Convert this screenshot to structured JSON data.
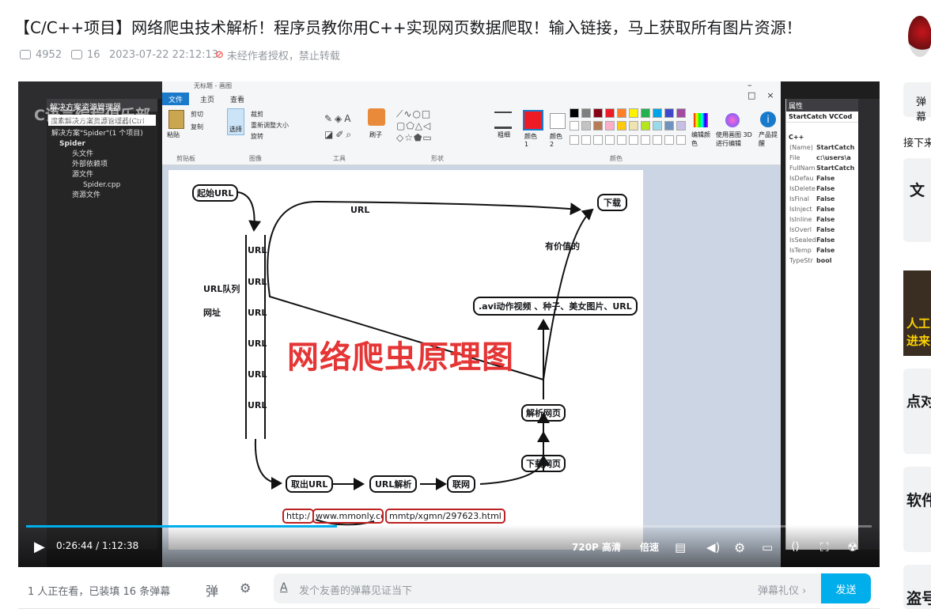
{
  "video": {
    "title": "【C/C++项目】网络爬虫技术解析！程序员教你用C++实现网页数据爬取！输入链接，马上获取所有图片资源！",
    "views": "4952",
    "danmaku_count": "16",
    "date": "2023-07-22 22:12:13",
    "copyright": "未经作者授权，禁止转载"
  },
  "player": {
    "current_time": "0:26:44",
    "separator": "/",
    "duration": "1:12:38",
    "progress": 0.368,
    "quality": "720P 高清",
    "speed": "倍速"
  },
  "ide": {
    "solution_header": "解决方案资源管理器",
    "search_placeholder": "搜索解决方案资源管理器(Ctrl",
    "tree": [
      "解决方案\"Spider\"(1 个项目)",
      "Spider",
      "头文件",
      "外部依赖项",
      "源文件",
      "Spider.cpp",
      "资源文件"
    ],
    "props_header": "属性",
    "props_object": "StartCatch VCCod",
    "props_section": "C++",
    "props": [
      {
        "k": "(Name)",
        "v": "StartCatch"
      },
      {
        "k": "File",
        "v": "c:\\users\\a"
      },
      {
        "k": "FullNam",
        "v": "StartCatch"
      },
      {
        "k": "IsDefau",
        "v": "False"
      },
      {
        "k": "IsDelete",
        "v": "False"
      },
      {
        "k": "IsFinal",
        "v": "False"
      },
      {
        "k": "IsInject",
        "v": "False"
      },
      {
        "k": "IsInline",
        "v": "False"
      },
      {
        "k": "IsOverl",
        "v": "False"
      },
      {
        "k": "IsSealed",
        "v": "False"
      },
      {
        "k": "IsTemp",
        "v": "False"
      },
      {
        "k": "TypeStr",
        "v": "bool"
      }
    ],
    "watermark": "C语言编程俱乐部"
  },
  "paint": {
    "window_title": "无标题 - 画图",
    "tabs": [
      "文件",
      "主页",
      "查看"
    ],
    "groups": [
      "剪贴板",
      "图像",
      "工具",
      "形状",
      "颜色"
    ],
    "buttons": [
      "粘贴",
      "剪切",
      "复制",
      "选择",
      "裁剪",
      "重新调整大小",
      "旋转",
      "刷子",
      "粗细",
      "颜色 1",
      "颜色 2",
      "编辑颜色",
      "使用画图 3D 进行编辑",
      "产品提醒"
    ],
    "palette": [
      "#000000",
      "#7f7f7f",
      "#880015",
      "#ed1c24",
      "#ff7f27",
      "#fff200",
      "#22b14c",
      "#00a2e8",
      "#3f48cc",
      "#a349a4",
      "#ffffff",
      "#c3c3c3",
      "#b97a57",
      "#ffaec9",
      "#ffc90e",
      "#efe4b0",
      "#b5e61d",
      "#99d9ea",
      "#7092be",
      "#c8bfe7"
    ]
  },
  "diagram": {
    "title": "网络爬虫原理图",
    "start_url": "起始URL",
    "queue_label_1": "URL队列",
    "queue_label_2": "网址",
    "queue_items": [
      "URL",
      "URL",
      "URL",
      "URL",
      "URL",
      "URL"
    ],
    "back_arrow_label": "URL",
    "download": "下载",
    "valuable": "有价值的",
    "resources": ".avi动作视频 、种子、美女图片、URL",
    "parse_page": "解析网页",
    "download_page": "下载网页",
    "fetch_url": "取出URL",
    "parse_url": "URL解析",
    "network": "联网",
    "url_parts": [
      "http:/",
      "www.mmonly.cc",
      "mmtp/xgmn/297623.html"
    ]
  },
  "bottom_bar": {
    "viewers": "1 人正在看，已装填 16 条弹幕",
    "danmaku_placeholder": "发个友善的弹幕见证当下",
    "etiquette": "弹幕礼仪",
    "send": "发送"
  },
  "sidebar": {
    "tab": "弹幕",
    "next": "接下来",
    "items": [
      "文",
      "点对",
      "软件",
      "盗号"
    ],
    "thumb_text": "人工进来"
  }
}
